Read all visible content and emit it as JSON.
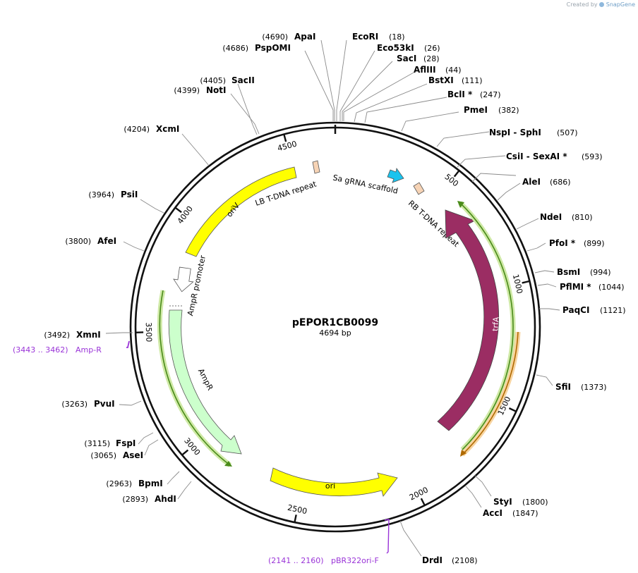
{
  "credit": {
    "prefix": "Created by",
    "brand": "SnapGene"
  },
  "plasmid": {
    "name": "pEPOR1CB0099",
    "length_label": "4694 bp",
    "length": 4694
  },
  "ticks": [
    {
      "label": "500",
      "pos": 500
    },
    {
      "label": "1000",
      "pos": 1000
    },
    {
      "label": "1500",
      "pos": 1500
    },
    {
      "label": "2000",
      "pos": 2000
    },
    {
      "label": "2500",
      "pos": 2500
    },
    {
      "label": "3000",
      "pos": 3000
    },
    {
      "label": "3500",
      "pos": 3500
    },
    {
      "label": "4000",
      "pos": 4000
    },
    {
      "label": "4500",
      "pos": 4500
    }
  ],
  "sites": [
    {
      "name": "ApaI",
      "pos": "(4690)",
      "side": "left"
    },
    {
      "name": "PspOMI",
      "pos": "(4686)",
      "side": "left"
    },
    {
      "name": "SacII",
      "pos": "(4405)",
      "side": "left"
    },
    {
      "name": "NotI",
      "pos": "(4399)",
      "side": "left"
    },
    {
      "name": "XcmI",
      "pos": "(4204)",
      "side": "left"
    },
    {
      "name": "PsiI",
      "pos": "(3964)",
      "side": "left"
    },
    {
      "name": "AfeI",
      "pos": "(3800)",
      "side": "left"
    },
    {
      "name": "XmnI",
      "pos": "(3492)",
      "side": "left"
    },
    {
      "name": "PvuI",
      "pos": "(3263)",
      "side": "left"
    },
    {
      "name": "FspI",
      "pos": "(3115)",
      "side": "left"
    },
    {
      "name": "AseI",
      "pos": "(3065)",
      "side": "left"
    },
    {
      "name": "BpmI",
      "pos": "(2963)",
      "side": "left"
    },
    {
      "name": "AhdI",
      "pos": "(2893)",
      "side": "left"
    },
    {
      "name": "EcoRI",
      "pos": "(18)",
      "side": "right"
    },
    {
      "name": "Eco53kI",
      "pos": "(26)",
      "side": "right"
    },
    {
      "name": "SacI",
      "pos": "(28)",
      "side": "right"
    },
    {
      "name": "AflIII",
      "pos": "(44)",
      "side": "right"
    },
    {
      "name": "BstXI",
      "pos": "(111)",
      "side": "right"
    },
    {
      "name": "BclI *",
      "pos": "(247)",
      "side": "right"
    },
    {
      "name": "PmeI",
      "pos": "(382)",
      "side": "right"
    },
    {
      "name": "NspI  -  SphI",
      "pos": "(507)",
      "side": "right"
    },
    {
      "name": "CsiI  -  SexAI *",
      "pos": "(593)",
      "side": "right"
    },
    {
      "name": "AleI",
      "pos": "(686)",
      "side": "right"
    },
    {
      "name": "NdeI",
      "pos": "(810)",
      "side": "right"
    },
    {
      "name": "PfoI *",
      "pos": "(899)",
      "side": "right"
    },
    {
      "name": "BsmI",
      "pos": "(994)",
      "side": "right"
    },
    {
      "name": "PflMI *",
      "pos": "(1044)",
      "side": "right"
    },
    {
      "name": "PaqCI",
      "pos": "(1121)",
      "side": "right"
    },
    {
      "name": "SfiI",
      "pos": "(1373)",
      "side": "right"
    },
    {
      "name": "StyI",
      "pos": "(1800)",
      "side": "right"
    },
    {
      "name": "AccI",
      "pos": "(1847)",
      "side": "right"
    },
    {
      "name": "DrdI",
      "pos": "(2108)",
      "side": "right"
    }
  ],
  "primers": [
    {
      "range": "(3443 .. 3462)",
      "name": "Amp-R"
    },
    {
      "range": "(2141 .. 2160)",
      "name": "pBR322ori-F"
    }
  ],
  "features": [
    {
      "name": "LB T-DNA repeat",
      "color": "#f6d3b5"
    },
    {
      "name": "Sa gRNA scaffold",
      "color": "#19c3ee"
    },
    {
      "name": "RB T-DNA repeat",
      "color": "#f6d3b5"
    },
    {
      "name": "trfA",
      "color": "#9b2d63"
    },
    {
      "name": "ori",
      "color": "#ffff00"
    },
    {
      "name": "AmpR",
      "color": "#ccffcc"
    },
    {
      "name": "AmpR promoter",
      "color": "#ffffff"
    },
    {
      "name": "oriV",
      "color": "#ffff00"
    }
  ]
}
